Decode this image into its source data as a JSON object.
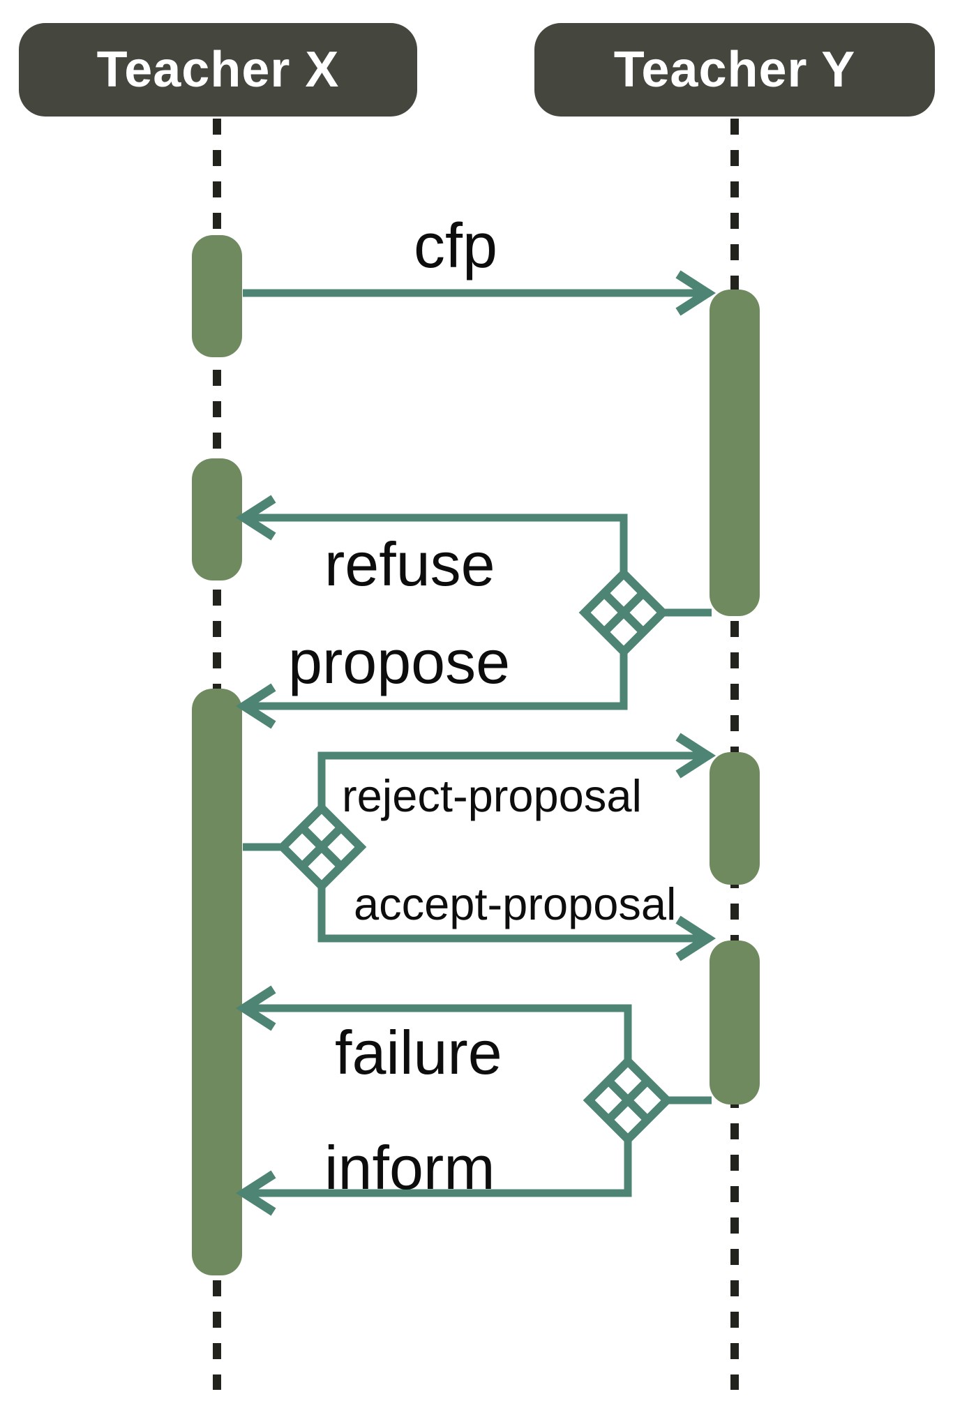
{
  "diagram": {
    "type": "sequence-diagram",
    "actors": [
      {
        "name": "Teacher X"
      },
      {
        "name": "Teacher Y"
      }
    ],
    "messages": [
      {
        "label": "cfp",
        "from": "Teacher X",
        "to": "Teacher Y"
      },
      {
        "label": "refuse",
        "from": "Teacher Y",
        "to": "Teacher X",
        "branch": "alternative-1"
      },
      {
        "label": "propose",
        "from": "Teacher Y",
        "to": "Teacher X",
        "branch": "alternative-1"
      },
      {
        "label": "reject-proposal",
        "from": "Teacher X",
        "to": "Teacher Y",
        "branch": "alternative-2"
      },
      {
        "label": "accept-proposal",
        "from": "Teacher X",
        "to": "Teacher Y",
        "branch": "alternative-2"
      },
      {
        "label": "failure",
        "from": "Teacher Y",
        "to": "Teacher X",
        "branch": "alternative-3"
      },
      {
        "label": "inform",
        "from": "Teacher Y",
        "to": "Teacher X",
        "branch": "alternative-3"
      }
    ],
    "decision_points": 3,
    "colors": {
      "actor_box": "#45473e",
      "activation_bar": "#6f8a5e",
      "connector": "#4e8473",
      "lifeline": "#23231d",
      "label_text": "#0d0d0d",
      "background": "#ffffff"
    }
  }
}
